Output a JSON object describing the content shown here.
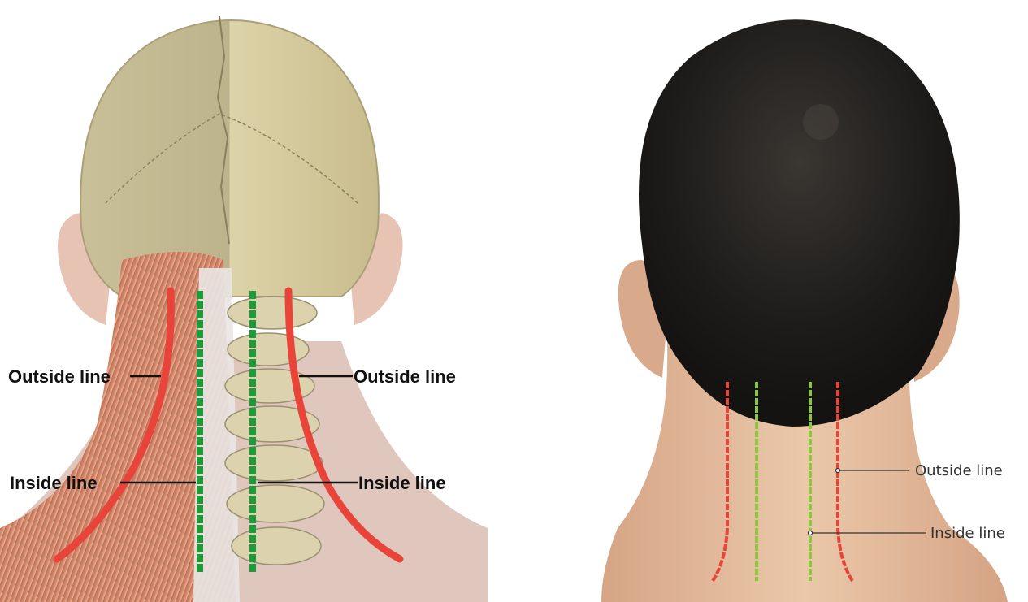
{
  "left_panel": {
    "labels": {
      "outside_left": "Outside line",
      "outside_right": "Outside line",
      "inside_left": "Inside line",
      "inside_right": "Inside line"
    }
  },
  "right_panel": {
    "labels": {
      "outside": "Outside line",
      "inside": "Inside line"
    }
  },
  "colors": {
    "outside_line": "#e8443a",
    "inside_line_left_panel": "#1e9a3a",
    "inside_line_right_panel": "#8cc63f",
    "label_text": "#111111",
    "skin": "#e9c4a6",
    "hair": "#1b1a18",
    "bone": "#d9cfa4",
    "muscle": "#cf7a5e"
  }
}
